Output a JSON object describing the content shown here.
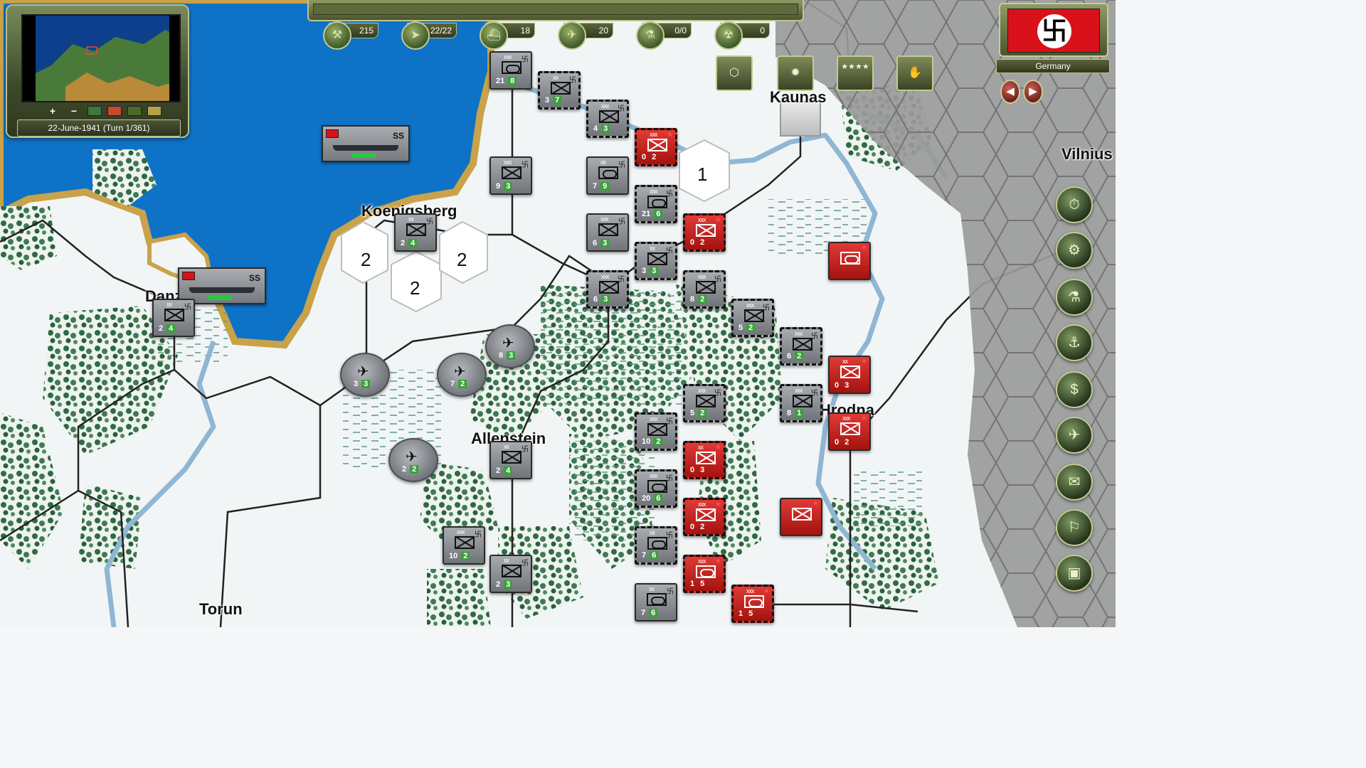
{
  "window": {
    "width": 1568,
    "height": 882
  },
  "date": "22-June-1941 (Turn 1/361)",
  "nation": "Germany",
  "colors": {
    "sea": "#0e73c7",
    "coast": "#c9a24a",
    "soviet": "#cc1f1b",
    "german": "#8d9196",
    "ui": "#4a5530"
  },
  "resources": [
    {
      "name": "production-icon",
      "value": "215"
    },
    {
      "name": "movement-icon",
      "value": "22/22"
    },
    {
      "name": "naval-icon",
      "value": "18"
    },
    {
      "name": "air-icon",
      "value": "20"
    },
    {
      "name": "research-icon",
      "value": "0/0"
    },
    {
      "name": "nuclear-icon",
      "value": "0"
    }
  ],
  "action_buttons": [
    {
      "name": "hex-grid-button",
      "glyph": "⬡"
    },
    {
      "name": "combat-button",
      "glyph": "✹"
    },
    {
      "name": "generals-button",
      "glyph": "★★★★"
    },
    {
      "name": "diplomacy-button",
      "glyph": "✋"
    }
  ],
  "minimap_tools": [
    "+",
    "−"
  ],
  "side_buttons": [
    {
      "name": "end-turn-button",
      "glyph": "⏱"
    },
    {
      "name": "production-button",
      "glyph": "⚙"
    },
    {
      "name": "research-button",
      "glyph": "⚗"
    },
    {
      "name": "fleet-button",
      "glyph": "⚓"
    },
    {
      "name": "economy-button",
      "glyph": "$"
    },
    {
      "name": "air-button",
      "glyph": "✈"
    },
    {
      "name": "reports-button",
      "glyph": "✉"
    },
    {
      "name": "settings-button",
      "glyph": "⚐"
    },
    {
      "name": "save-button",
      "glyph": "▣"
    }
  ],
  "cities": [
    "Kaunas",
    "Vilnius",
    "Koenigsberg",
    "Danzig",
    "Allenstein",
    "Hrodna",
    "Torun"
  ],
  "hex_numbers": [
    "1",
    "2",
    "2",
    "2"
  ],
  "ships": [
    {
      "tag": "SS"
    },
    {
      "tag": "SS"
    }
  ],
  "units": [
    {
      "side": "ger",
      "type": "arm",
      "size": "xxx",
      "a": "21",
      "b": "8"
    },
    {
      "side": "ger",
      "type": "inf",
      "size": "xx",
      "a": "3",
      "b": "7"
    },
    {
      "side": "ger",
      "type": "inf",
      "size": "xxx",
      "a": "4",
      "b": "3"
    },
    {
      "side": "sov",
      "type": "inf",
      "size": "xxx",
      "a": "0",
      "b": "2"
    },
    {
      "side": "ger",
      "type": "inf",
      "size": "xxx",
      "a": "9",
      "b": "3"
    },
    {
      "side": "ger",
      "type": "arm",
      "size": "xx",
      "a": "7",
      "b": "9"
    },
    {
      "side": "ger",
      "type": "arm",
      "size": "xxx",
      "a": "21",
      "b": "6"
    },
    {
      "side": "sov",
      "type": "inf",
      "size": "xxx",
      "a": "0",
      "b": "2"
    },
    {
      "side": "ger",
      "type": "inf",
      "size": "xx",
      "a": "2",
      "b": "4"
    },
    {
      "side": "ger",
      "type": "inf",
      "size": "xxx",
      "a": "6",
      "b": "3"
    },
    {
      "side": "ger",
      "type": "inf",
      "size": "xx",
      "a": "3",
      "b": "3"
    },
    {
      "side": "ger",
      "type": "inf",
      "size": "xxx",
      "a": "6",
      "b": "3"
    },
    {
      "side": "ger",
      "type": "inf",
      "size": "xxx",
      "a": "8",
      "b": "2"
    },
    {
      "side": "ger",
      "type": "inf",
      "size": "xxx",
      "a": "5",
      "b": "2"
    },
    {
      "side": "ger",
      "type": "inf",
      "size": "xxx",
      "a": "6",
      "b": "2"
    },
    {
      "side": "sov",
      "type": "inf",
      "size": "xx",
      "a": "0",
      "b": "3"
    },
    {
      "side": "ger",
      "type": "inf",
      "size": "xxx",
      "a": "5",
      "b": "2"
    },
    {
      "side": "ger",
      "type": "inf",
      "size": "xxx",
      "a": "8",
      "b": "1"
    },
    {
      "side": "sov",
      "type": "inf",
      "size": "xxx",
      "a": "0",
      "b": "2"
    },
    {
      "side": "ger",
      "type": "inf",
      "size": "xxx",
      "a": "10",
      "b": "2"
    },
    {
      "side": "sov",
      "type": "inf",
      "size": "xx",
      "a": "0",
      "b": "3"
    },
    {
      "side": "ger",
      "type": "arm",
      "size": "xxx",
      "a": "20",
      "b": "6"
    },
    {
      "side": "sov",
      "type": "inf",
      "size": "xxx",
      "a": "0",
      "b": "2"
    },
    {
      "side": "ger",
      "type": "arm",
      "size": "xx",
      "a": "7",
      "b": "6"
    },
    {
      "side": "sov",
      "type": "arm",
      "size": "xxx",
      "a": "1",
      "b": "5"
    },
    {
      "side": "sov",
      "type": "arm",
      "size": "xxx",
      "a": "1",
      "b": "5"
    },
    {
      "side": "ger",
      "type": "arm",
      "size": "xx",
      "a": "7",
      "b": "6"
    },
    {
      "side": "ger",
      "type": "inf",
      "size": "xxx",
      "a": "10",
      "b": "2"
    },
    {
      "side": "ger",
      "type": "inf",
      "size": "xx",
      "a": "2",
      "b": "3"
    },
    {
      "side": "ger",
      "type": "inf",
      "size": "xx",
      "a": "2",
      "b": "4"
    },
    {
      "side": "ger",
      "type": "inf",
      "size": "xx",
      "a": "2",
      "b": "4"
    },
    {
      "side": "sov",
      "type": "arm",
      "size": "",
      "a": "",
      "b": ""
    },
    {
      "side": "sov",
      "type": "inf",
      "size": "",
      "a": "",
      "b": ""
    }
  ],
  "air_units": [
    {
      "a": "3",
      "b": "3"
    },
    {
      "a": "7",
      "b": "2"
    },
    {
      "a": "8",
      "b": "3"
    },
    {
      "a": "2",
      "b": "2"
    }
  ]
}
